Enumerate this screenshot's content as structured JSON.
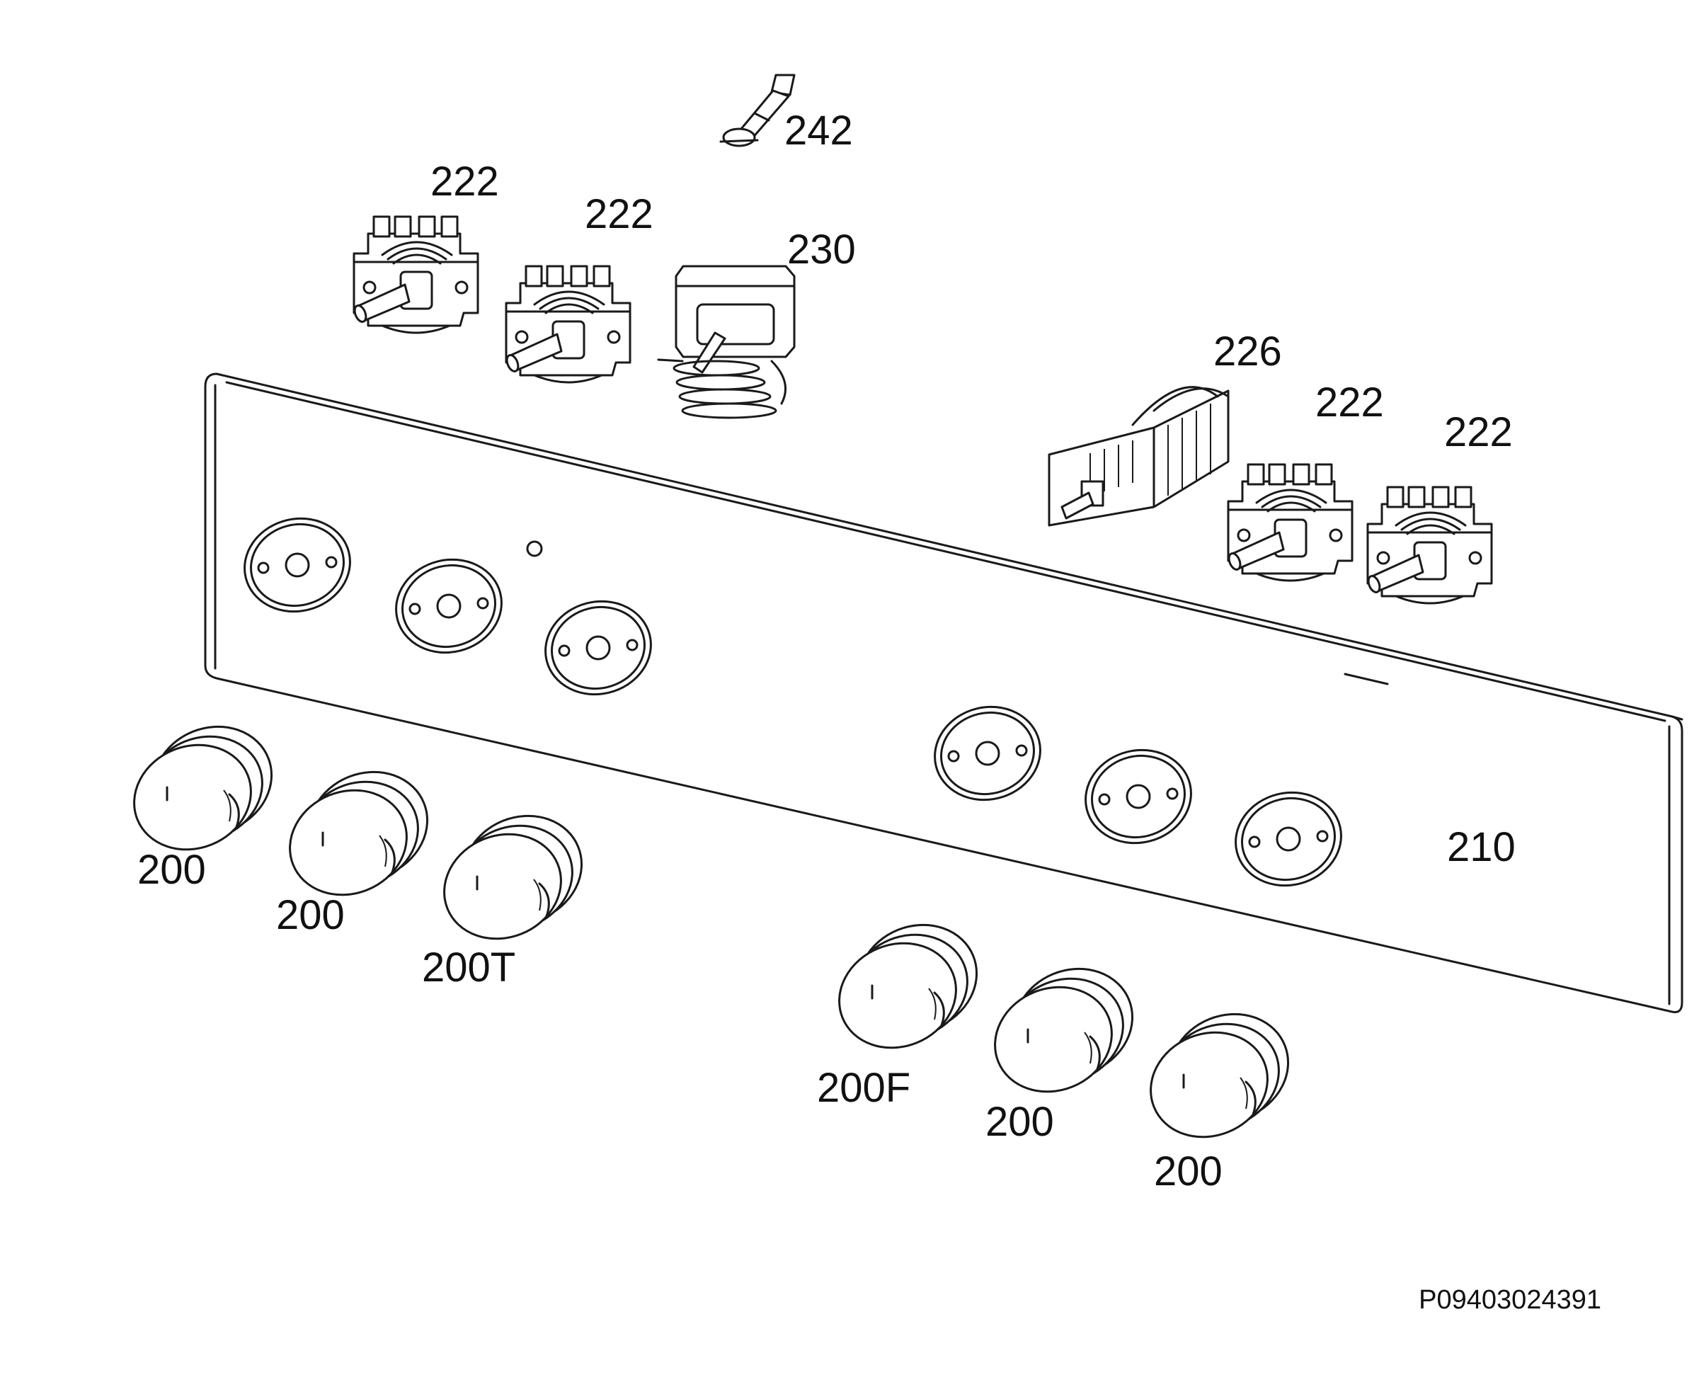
{
  "labels": {
    "sensor": "242",
    "switch_a": "222",
    "switch_b": "222",
    "thermostat": "230",
    "selector": "226",
    "switch_c": "222",
    "switch_d": "222",
    "panel": "210",
    "knob_1": "200",
    "knob_2": "200",
    "knob_3": "200T",
    "knob_4": "200F",
    "knob_5": "200",
    "knob_6": "200"
  },
  "reference_code": "P09403024391",
  "line_color": "#1a1a1a",
  "background_color": "#ffffff"
}
